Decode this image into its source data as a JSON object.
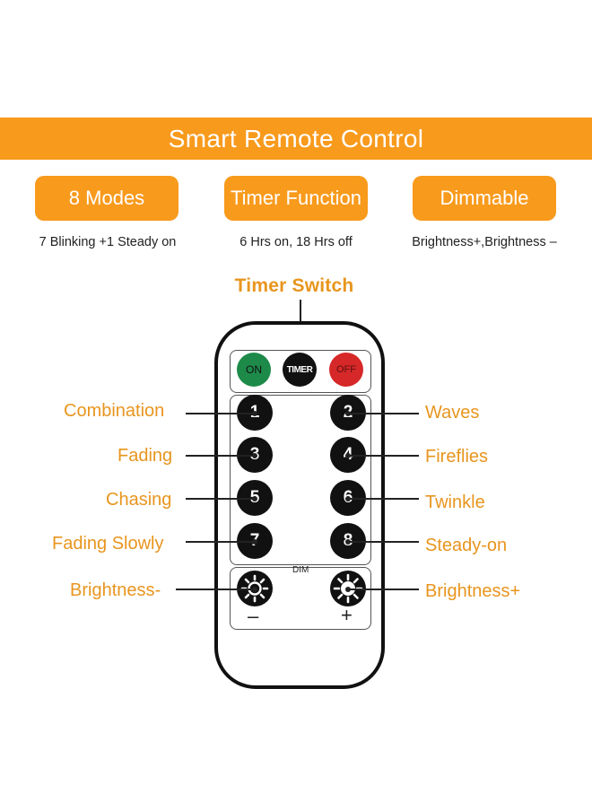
{
  "colors": {
    "accent": "#F89A1C",
    "label_text": "#E8951E",
    "button_black": "#111111",
    "on_green": "#1E8A4A",
    "off_red": "#D62828"
  },
  "banner": {
    "title": "Smart Remote Control"
  },
  "features": [
    {
      "label": "8 Modes",
      "desc": "7 Blinking +1 Steady on"
    },
    {
      "label": "Timer Function",
      "desc": "6 Hrs on, 18 Hrs off"
    },
    {
      "label": "Dimmable",
      "desc": "Brightness+,Brightness –"
    }
  ],
  "remote": {
    "timer_switch_label": "Timer Switch",
    "top_buttons": {
      "on": "ON",
      "timer": "TIMER",
      "off": "OFF"
    },
    "number_buttons": [
      "1",
      "2",
      "3",
      "4",
      "5",
      "6",
      "7",
      "8"
    ],
    "dim_label": "DIM",
    "minus_sign": "–",
    "plus_sign": "+"
  },
  "mode_labels": {
    "left": [
      "Combination",
      "Fading",
      "Chasing",
      "Fading Slowly",
      "Brightness-"
    ],
    "right": [
      "Waves",
      "Fireflies",
      "Twinkle",
      "Steady-on",
      "Brightness+"
    ]
  }
}
